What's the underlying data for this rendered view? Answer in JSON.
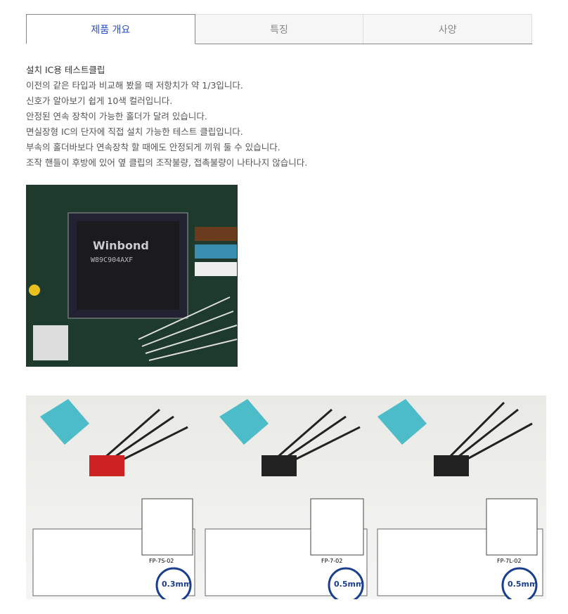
{
  "tabs": [
    {
      "label": "제품 개요",
      "active": true
    },
    {
      "label": "특징",
      "active": false
    },
    {
      "label": "사양",
      "active": false
    }
  ],
  "description": {
    "title": "설치 IC용 테스트클립",
    "lines": [
      "이전의 같은 타입과 비교해 봤을 때 저항치가 약 1/3입니다.",
      "신호가 알아보기 쉽게 10색 컬러입니다.",
      "안정된 연속 장착이 가능한 홀더가 달려 있습니다.",
      "면실장형 IC의 단자에 직접 설치 가능한 테스트 클립입니다.",
      "부속의 홀더바보다 연속장착 할 때에도 안정되게 끼워 둘 수 있습니다.",
      "조작 핸들이 후방에 있어 옆 클립의 조작불량, 접촉불량이 나타나지 않습니다."
    ]
  },
  "photo1": {
    "chip_brand": "Winbond",
    "chip_model": "W89C904AXF"
  },
  "products": [
    {
      "model": "FP-7S-02",
      "pitch": "0.3mm"
    },
    {
      "model": "FP-7-02",
      "pitch": "0.5mm"
    },
    {
      "model": "FP-7L-02",
      "pitch": "0.5mm"
    }
  ],
  "colors": {
    "accent": "#2a4fb8"
  }
}
